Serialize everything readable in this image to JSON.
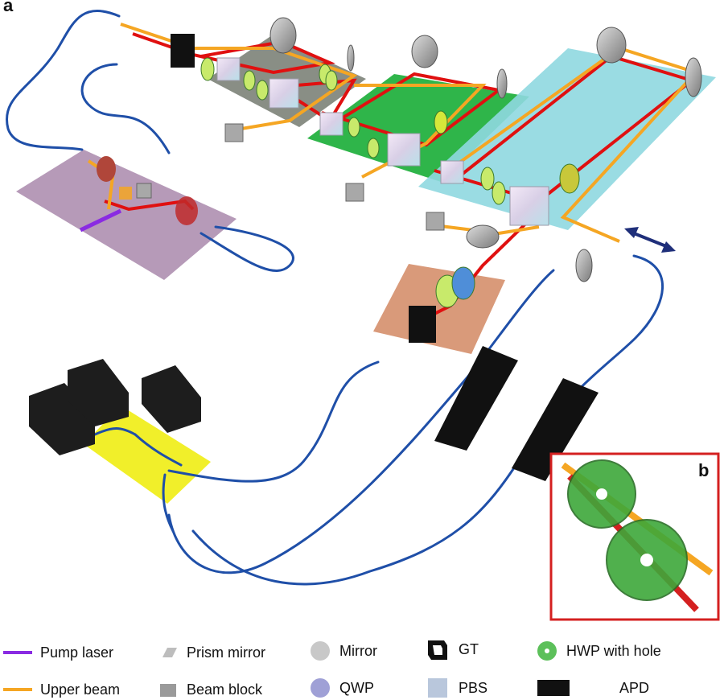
{
  "panels": {
    "a": "a",
    "b": "b"
  },
  "legend": [
    {
      "id": "pump-laser",
      "label": "Pump laser",
      "icon": "purple-line",
      "color": "#8a2be2"
    },
    {
      "id": "upper-beam",
      "label": "Upper beam",
      "icon": "orange-line",
      "color": "#f5a623"
    },
    {
      "id": "prism-mirror",
      "label": "Prism mirror",
      "icon": "prism-mirror-icon"
    },
    {
      "id": "beam-block",
      "label": "Beam block",
      "icon": "beam-block-icon"
    },
    {
      "id": "mirror",
      "label": "Mirror",
      "icon": "mirror-icon"
    },
    {
      "id": "qwp",
      "label": "QWP",
      "icon": "qwp-icon"
    },
    {
      "id": "gt",
      "label": "GT",
      "icon": "gt-icon"
    },
    {
      "id": "pbs",
      "label": "PBS",
      "icon": "pbs-icon"
    },
    {
      "id": "hwp-hole",
      "label": "HWP with hole",
      "icon": "hwp-hole-icon"
    },
    {
      "id": "apd",
      "label": "APD",
      "icon": "apd-icon"
    }
  ],
  "colors": {
    "fiber": "#1f4fa8",
    "red_beam": "#e01010",
    "orange_beam": "#f5a623",
    "pump": "#8a2be2",
    "plate_gray": "#7c8278",
    "plate_green": "#2fb54a",
    "plate_cyan": "#8fd8e0",
    "plate_purple": "#b69ab8",
    "plate_copper": "#d99a7a",
    "coupler_yellow": "#f1ef2a",
    "inset_border": "#d42020"
  }
}
